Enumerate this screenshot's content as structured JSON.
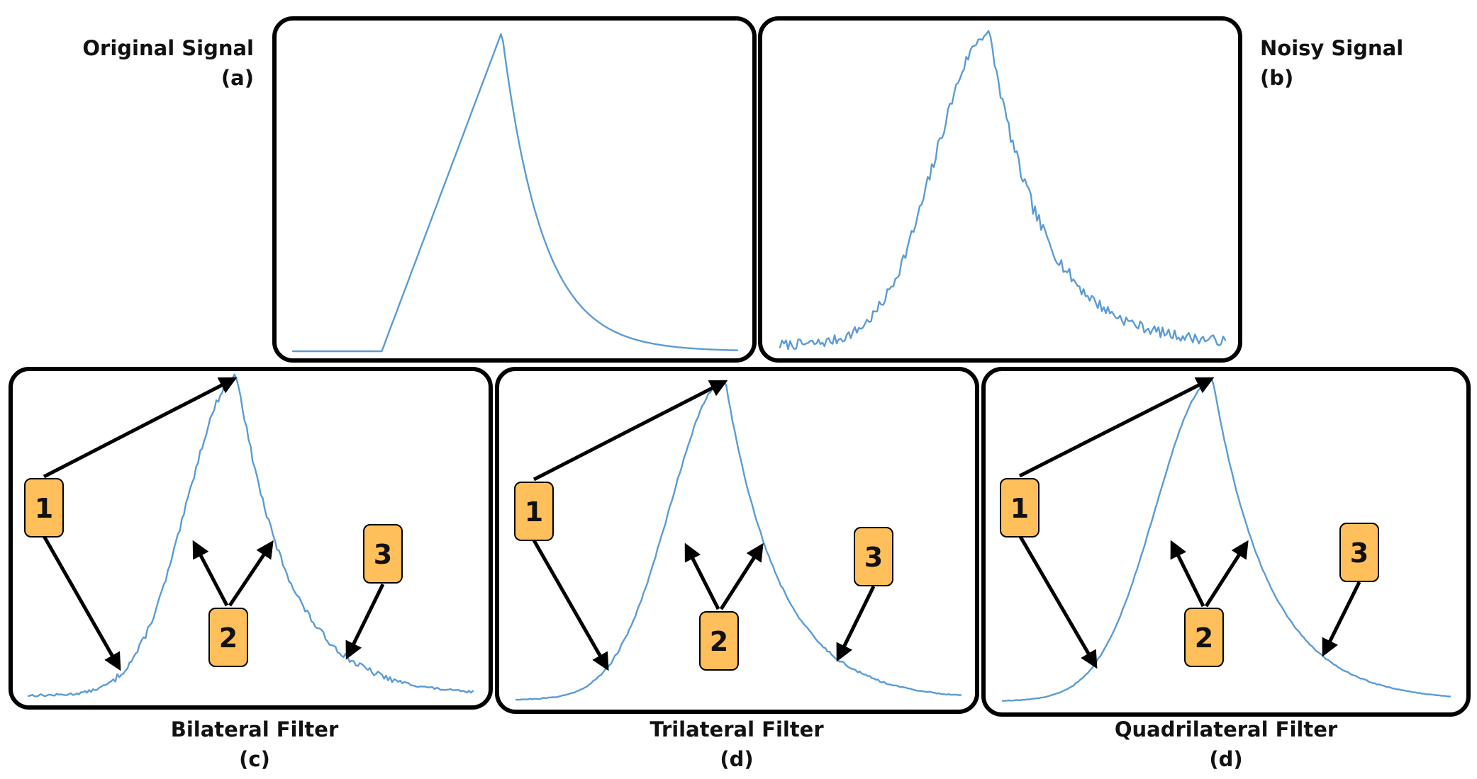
{
  "colors": {
    "signal": "#5b9bd5",
    "badge_fill": "#ffbf5a",
    "frame": "#000000"
  },
  "panels": [
    {
      "id": "a",
      "title": "Original Signal",
      "tag": "(a)",
      "signal": "original",
      "badges": []
    },
    {
      "id": "b",
      "title": "Noisy Signal",
      "tag": "(b)",
      "signal": "noisy",
      "badges": []
    },
    {
      "id": "c",
      "title": "Bilateral Filter",
      "tag": "(c)",
      "signal": "bilateral",
      "badges": [
        "1",
        "2",
        "3"
      ]
    },
    {
      "id": "d1",
      "title": "Trilateral Filter",
      "tag": "(d)",
      "signal": "trilateral",
      "badges": [
        "1",
        "2",
        "3"
      ]
    },
    {
      "id": "d2",
      "title": "Quadrilateral Filter",
      "tag": "(d)",
      "signal": "quadrilateral",
      "badges": [
        "1",
        "2",
        "3"
      ]
    }
  ]
}
